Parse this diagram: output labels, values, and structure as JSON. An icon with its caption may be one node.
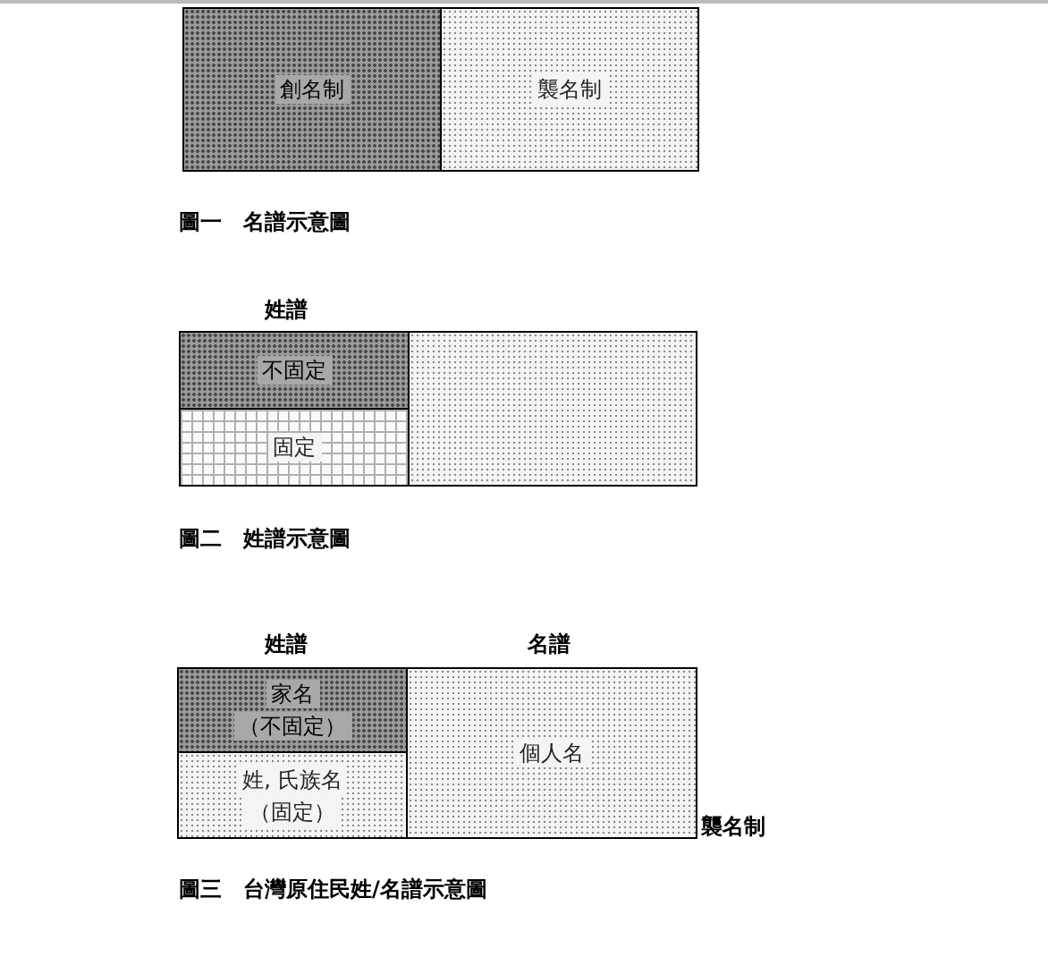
{
  "diagram": {
    "nodes": [
      {
        "text": [
          "創名制"
        ]
      },
      {
        "text": [
          "襲名制"
        ]
      },
      {
        "text": [
          "不固定"
        ]
      },
      {
        "text": [
          "固定"
        ]
      },
      {
        "text": [],
        "shape": "box"
      },
      {
        "text": [
          "家名",
          "（不固定）"
        ]
      },
      {
        "text": [
          "姓, 氏族名",
          "（固定）"
        ]
      },
      {
        "text": [
          "個人名"
        ]
      }
    ],
    "labels": [
      "圖一　名譜示意圖",
      "姓譜",
      "圖二　姓譜示意圖",
      "姓譜",
      "名譜",
      "襲名制",
      "圖三　台灣原住民姓/名譜示意圖"
    ]
  }
}
